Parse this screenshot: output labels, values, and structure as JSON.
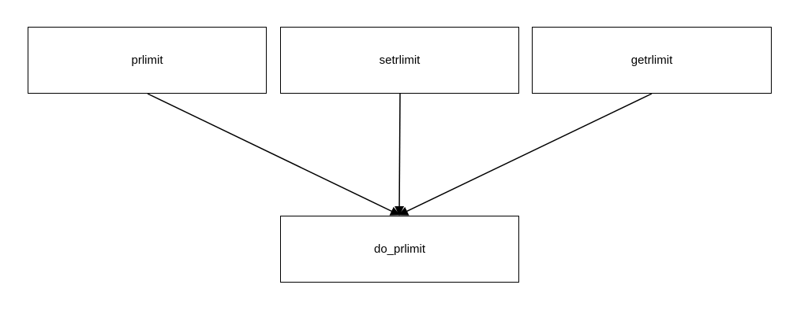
{
  "diagram": {
    "nodes": {
      "prlimit": "prlimit",
      "setrlimit": "setrlimit",
      "getrlimit": "getrlimit",
      "do_prlimit": "do_prlimit"
    },
    "edges": [
      {
        "from": "prlimit",
        "to": "do_prlimit"
      },
      {
        "from": "setrlimit",
        "to": "do_prlimit"
      },
      {
        "from": "getrlimit",
        "to": "do_prlimit"
      }
    ]
  }
}
